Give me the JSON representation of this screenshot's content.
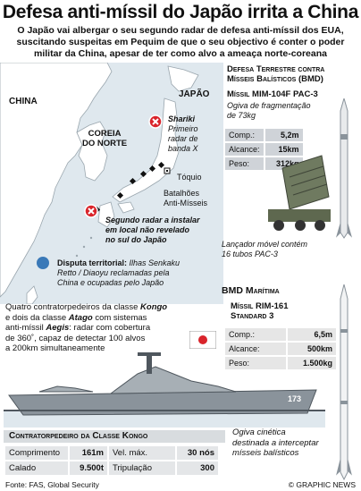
{
  "title": "Defesa anti-míssil do Japão irrita a China",
  "intro": "O Japão vai albergar o seu segundo radar de defesa anti-míssil dos EUA, suscitando suspeitas em Pequim de que o seu objectivo é conter o poder militar da China, apesar de ter como alvo a ameaça norte-coreana",
  "map": {
    "china": "CHINA",
    "japan": "JAPÃO",
    "north_korea_1": "COREIA",
    "north_korea_2": "DO NORTE",
    "shariki_title": "Shariki",
    "shariki_desc_1": "Primeiro",
    "shariki_desc_2": "radar de",
    "shariki_desc_3": "banda X",
    "tokyo": "Tóquio",
    "batteries_1": "Batalhões",
    "batteries_2": "Anti-Mísseis",
    "second_radar_1": "Segundo radar a instalar",
    "second_radar_2": "em local não revelado",
    "second_radar_3": "no sul do Japão",
    "dispute_title": "Disputa territorial:",
    "dispute_text_1": "Ilhas Senkaku",
    "dispute_text_2": "Retto / Diaoyu reclamadas pela",
    "dispute_text_3": "China e ocupadas pelo Japão"
  },
  "pac3": {
    "heading_1": "Defesa Terrestre contra",
    "heading_2": "Mísseis Balísticos (BMD)",
    "missile": "Míssil MIM-104F PAC-3",
    "ogive_1": "Ogiva de fragmentação",
    "ogive_2": "de 73kg",
    "specs": [
      {
        "label": "Comp.:",
        "value": "5,2m"
      },
      {
        "label": "Alcance:",
        "value": "15km"
      },
      {
        "label": "Peso:",
        "value": "312kg"
      }
    ],
    "launcher_1": "Lançador móvel contém",
    "launcher_2": "16 tubos PAC-3"
  },
  "sm3": {
    "heading": "BMD Marítima",
    "missile_1": "Míssil RIM-161",
    "missile_2": "Standard 3",
    "specs": [
      {
        "label": "Comp.:",
        "value": "6,5m"
      },
      {
        "label": "Alcance:",
        "value": "500km"
      },
      {
        "label": "Peso:",
        "value": "1.500kg"
      }
    ],
    "ogive_1": "Ogiva cinética",
    "ogive_2": "destinada a interceptar",
    "ogive_3": "mísseis balísticos"
  },
  "ships_text": {
    "line1_a": "Quatro contratorpedeiros da classe ",
    "line1_b": "Kongo",
    "line2_a": "e dois da classe ",
    "line2_b": "Atago",
    "line2_c": " com sistemas",
    "line3_a": "anti-míssil ",
    "line3_b": "Aegis",
    "line3_c": ": radar com cobertura",
    "line4": "de 360˚, capaz de detectar 100 alvos",
    "line5": "a 200km simultaneamente"
  },
  "hull_number": "173",
  "kongo": {
    "heading": "Contratorpedeiro da Classe Kongo",
    "rows": [
      [
        {
          "label": "Comprimento",
          "value": "161m"
        },
        {
          "label": "Vel. máx.",
          "value": "30 nós"
        }
      ],
      [
        {
          "label": "Calado",
          "value": "9.500t"
        },
        {
          "label": "Tripulação",
          "value": "300"
        }
      ]
    ]
  },
  "footer": {
    "source": "Fonte: FAS, Global Security",
    "credit": "© GRAPHIC NEWS"
  },
  "colors": {
    "sea": "#dfe8ee",
    "land": "#ffffff",
    "marker": "#d9242b",
    "hull": "#8a939b"
  }
}
